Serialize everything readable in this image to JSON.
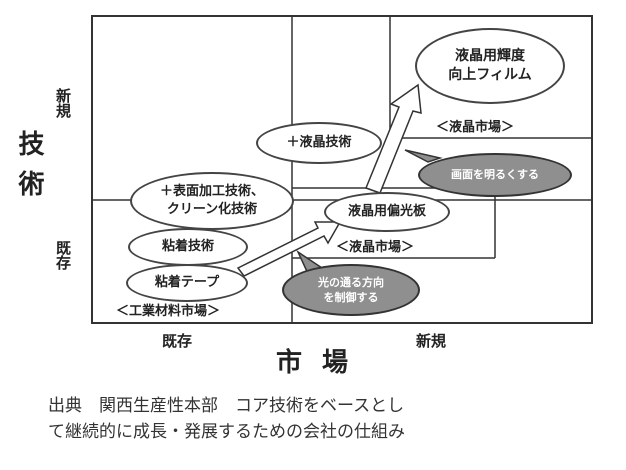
{
  "axes": {
    "tech": "技術",
    "tech_new": "新規",
    "tech_existing": "既存",
    "market": "市場",
    "market_existing": "既存",
    "market_new": "新規"
  },
  "nodes": {
    "lcd_film": "液晶用輝度\n向上フィルム",
    "lcd_tech": "＋液晶技術",
    "surface": "＋表面加工技術、\nクリーン化技術",
    "lcd_polarizer": "液晶用偏光板",
    "adhesive_tech": "粘着技術",
    "adhesive_tape": "粘着テープ"
  },
  "markets": {
    "lcd_market_top": "＜液晶市場＞",
    "lcd_market_mid": "＜液晶市場＞",
    "industrial": "＜工業材料市場＞"
  },
  "callouts": {
    "brighten": "画面を明るくする",
    "light_control": "光の通る方向\nを制御する"
  },
  "caption": {
    "line1": "出典　関西生産性本部　コア技術をベースとし",
    "line2": "て継続的に成長・発展するための会社の仕組み"
  }
}
